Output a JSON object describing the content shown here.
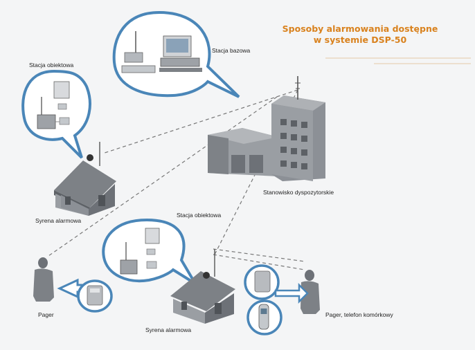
{
  "title": {
    "line1": "Sposoby alarmowania dostępne",
    "line2": "w systemie DSP-50"
  },
  "labels": {
    "base_station": "Stacja bazowa",
    "object_station_top": "Stacja obiektowa",
    "object_station_bottom": "Stacja obiektowa",
    "dispatch_station": "Stanowisko dyspozytorskie",
    "siren_top": "Syrena alarmowa",
    "siren_bottom": "Syrena alarmowa",
    "pager": "Pager",
    "pager_phone": "Pager, telefon komórkowy"
  },
  "colors": {
    "accent": "#d9821e",
    "bubble_stroke": "#4a86b8",
    "building": "#8c9096",
    "building_dark": "#6d7177",
    "link_line": "#777777"
  }
}
